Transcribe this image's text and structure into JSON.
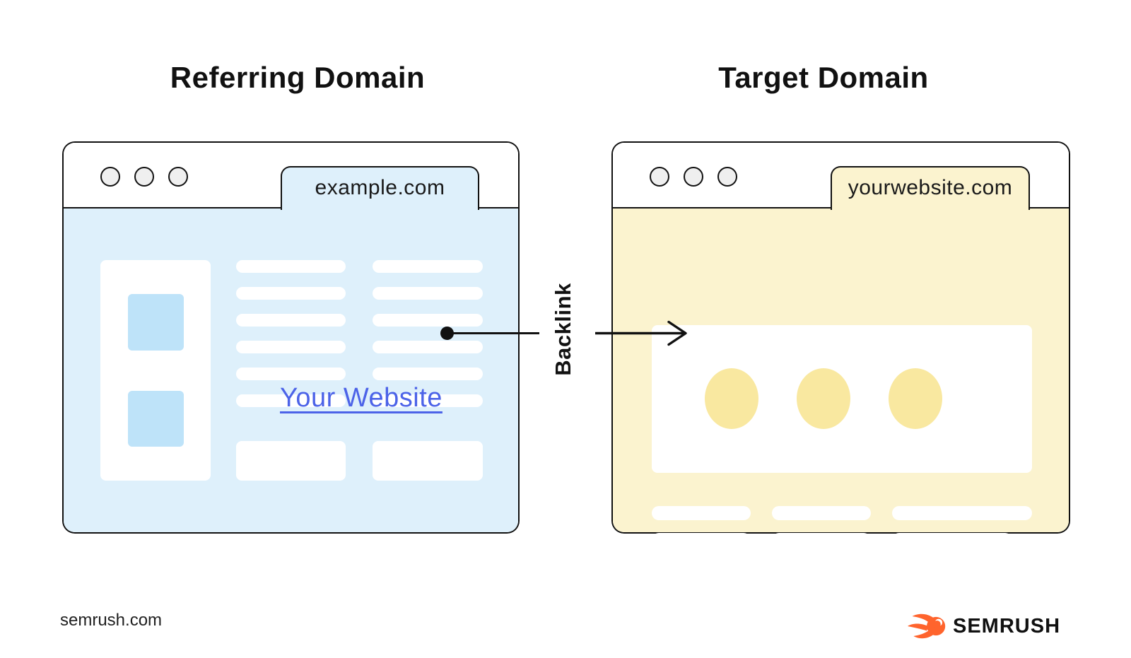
{
  "titles": {
    "left": "Referring Domain",
    "right": "Target Domain"
  },
  "windows": {
    "left": {
      "tab": "example.com"
    },
    "right": {
      "tab": "yourwebsite.com"
    }
  },
  "link": {
    "text": "Your Website"
  },
  "arrow": {
    "label": "Backlink"
  },
  "footer": {
    "source": "semrush.com",
    "brand": "SEMRUSH"
  },
  "colors": {
    "bg": "#ffffff",
    "ink": "#111111",
    "blue-light": "#DEF0FB",
    "blue-mid": "#BEE3F9",
    "yellow-light": "#FBF3CF",
    "yellow-mid": "#F9E8A0",
    "link": "#4C63E8",
    "brand-orange": "#FF642D"
  }
}
